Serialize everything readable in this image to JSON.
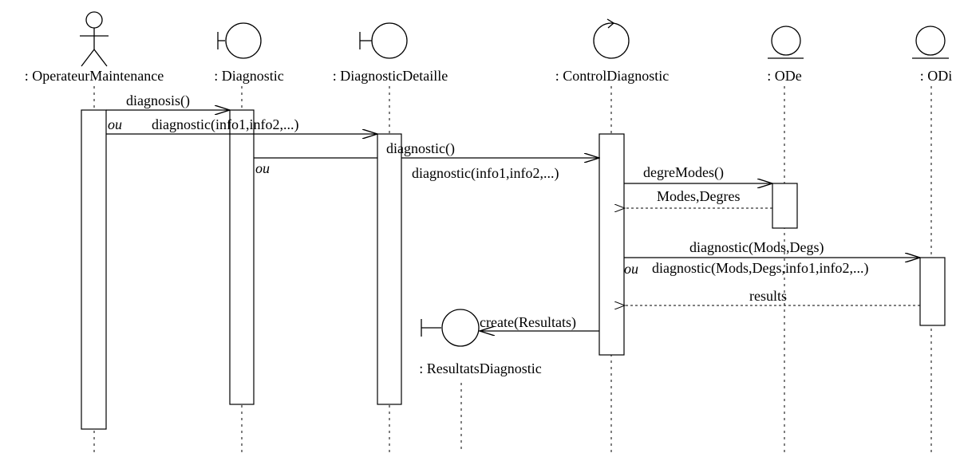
{
  "participants": {
    "operateur": ": OperateurMaintenance",
    "diagnostic": ": Diagnostic",
    "diagnostic_detaille": ": DiagnosticDetaille",
    "control_diagnostic": ": ControlDiagnostic",
    "ode": ": ODe",
    "odi": ": ODi",
    "resultats_diagnostic": ": ResultatsDiagnostic"
  },
  "messages": {
    "m1": "diagnosis()",
    "m2": "diagnostic(info1,info2,...)",
    "m3": "diagnostic()",
    "m4": "diagnostic(info1,info2,...)",
    "m5": "degreModes()",
    "m6": "Modes,Degres",
    "m7": "diagnostic(Mods,Degs)",
    "m8": "diagnostic(Mods,Degs,info1,info2,...)",
    "m9": "results",
    "m10": "create(Resultats)"
  },
  "alternatives": {
    "ou1": "ou",
    "ou2": "ou",
    "ou3": "ou"
  }
}
